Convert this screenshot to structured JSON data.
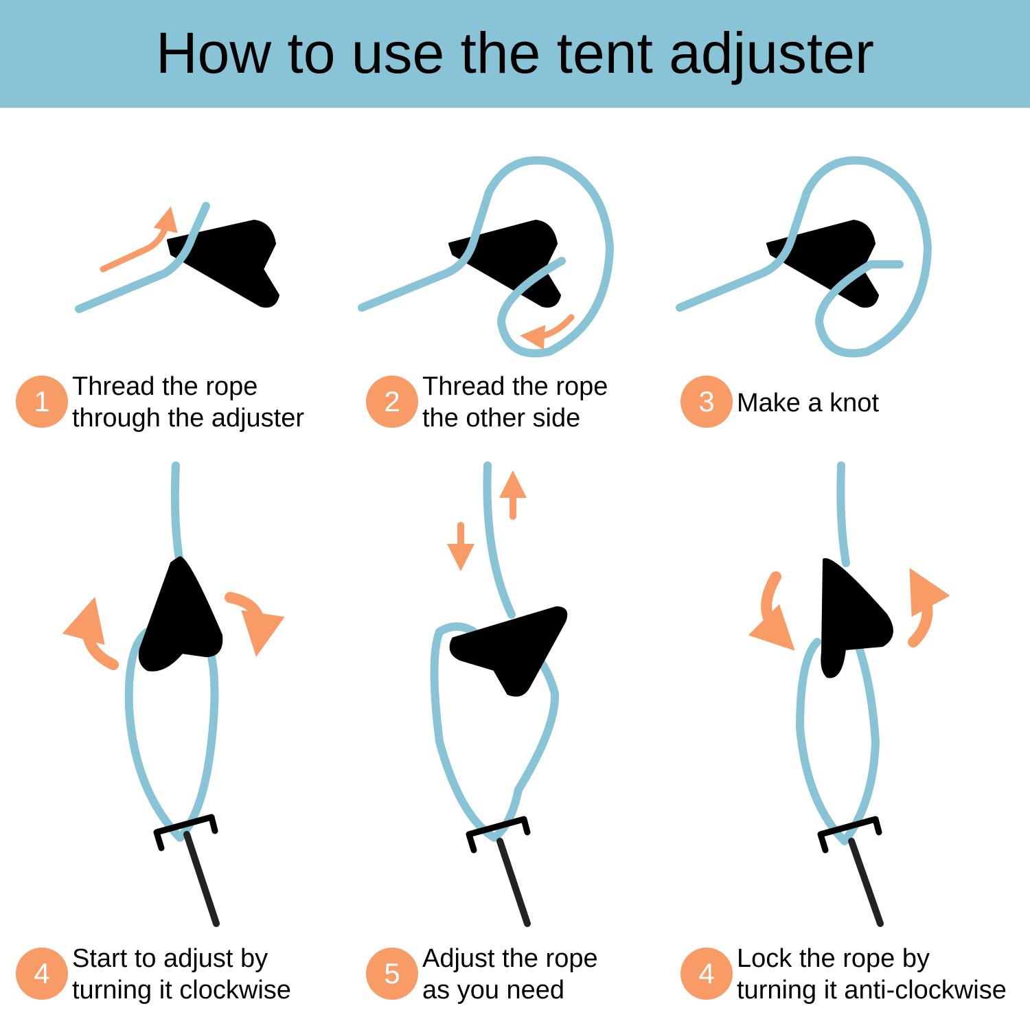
{
  "title": "How to use the tent adjuster",
  "colors": {
    "header": "#88C4D6",
    "rope": "#88C4D6",
    "accent": "#F89B66",
    "adjuster": "#000000"
  },
  "steps": [
    {
      "number": "1",
      "lines": [
        "Thread the rope",
        "through the adjuster"
      ]
    },
    {
      "number": "2",
      "lines": [
        "Thread the rope",
        "the other side"
      ]
    },
    {
      "number": "3",
      "lines": [
        "Make a knot"
      ]
    },
    {
      "number": "4",
      "lines": [
        "Start to adjust by",
        "turning it clockwise"
      ]
    },
    {
      "number": "5",
      "lines": [
        "Adjust the rope",
        "as you need"
      ]
    },
    {
      "number": "4",
      "lines": [
        "Lock the rope by",
        "turning it anti-clockwise"
      ]
    }
  ]
}
